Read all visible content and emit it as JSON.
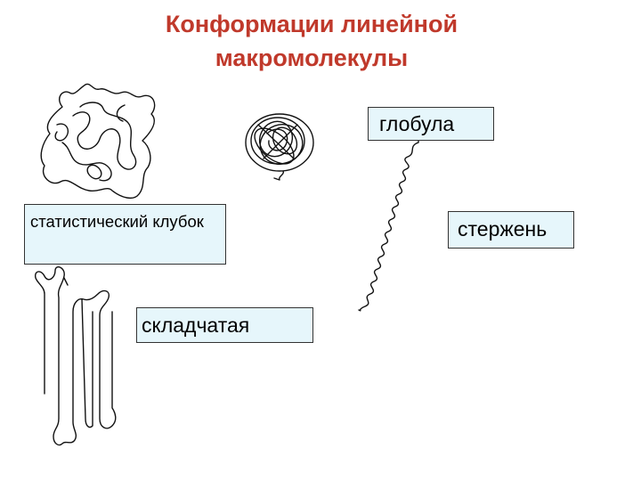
{
  "title": "Конформации линейной макромолекулы",
  "labels": {
    "globule": "глобула",
    "statistical_coil": "статистический клубок",
    "rod": "стержень",
    "folded": "складчатая"
  }
}
